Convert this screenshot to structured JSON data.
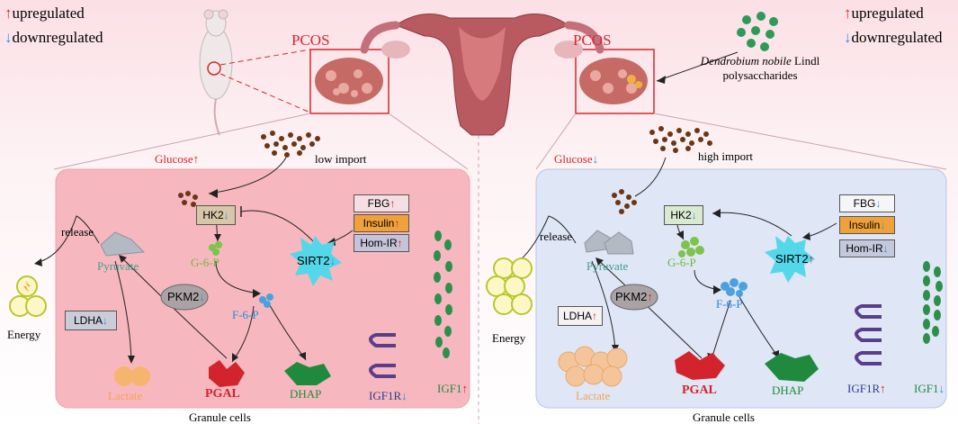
{
  "legend_left": {
    "up": "upregulated",
    "down": "downregulated"
  },
  "legend_right": {
    "up": "upregulated",
    "down": "downregulated"
  },
  "left": {
    "pcos": "PCOS",
    "glucose": "Glucose",
    "import": "low import",
    "release": "release",
    "energy": "Energy",
    "hk2": "HK2",
    "g6p": "G-6-P",
    "f6p": "F-6-P",
    "pyruvate": "Pyruvate",
    "pkm2": "PKM2",
    "sirt2": "SIRT2",
    "ldha": "LDHA",
    "lactate": "Lactate",
    "pgal": "PGAL",
    "dhap": "DHAP",
    "fbg": "FBG",
    "insulin": "Insulin",
    "homir": "Hom-IR",
    "igf1r": "IGF1R",
    "igf1": "IGF1",
    "granule": "Granule cells"
  },
  "right": {
    "pcos": "PCOS",
    "glucose": "Glucose",
    "import": "high import",
    "release": "release",
    "energy": "Energy",
    "hk2": "HK2",
    "g6p": "G-6-P",
    "f6p": "F-6-P",
    "pyruvate": "Pyruvate",
    "pkm2": "PKM2",
    "sirt2": "SIRT2",
    "ldha": "LDHA",
    "lactate": "Lactate",
    "pgal": "PGAL",
    "dhap": "DHAP",
    "fbg": "FBG",
    "insulin": "Insulin",
    "homir": "Hom-IR",
    "igf1r": "IGF1R",
    "igf1": "IGF1",
    "granule": "Granule cells"
  },
  "dendrobium": {
    "species": "Dendrobium nobile",
    "author": "Lindl",
    "line2": "polysaccharides"
  },
  "colors": {
    "up": "#e0202a",
    "down": "#3a8ad6",
    "left_panel": "#f7b8bf",
    "right_panel": "#dfe6f5"
  }
}
